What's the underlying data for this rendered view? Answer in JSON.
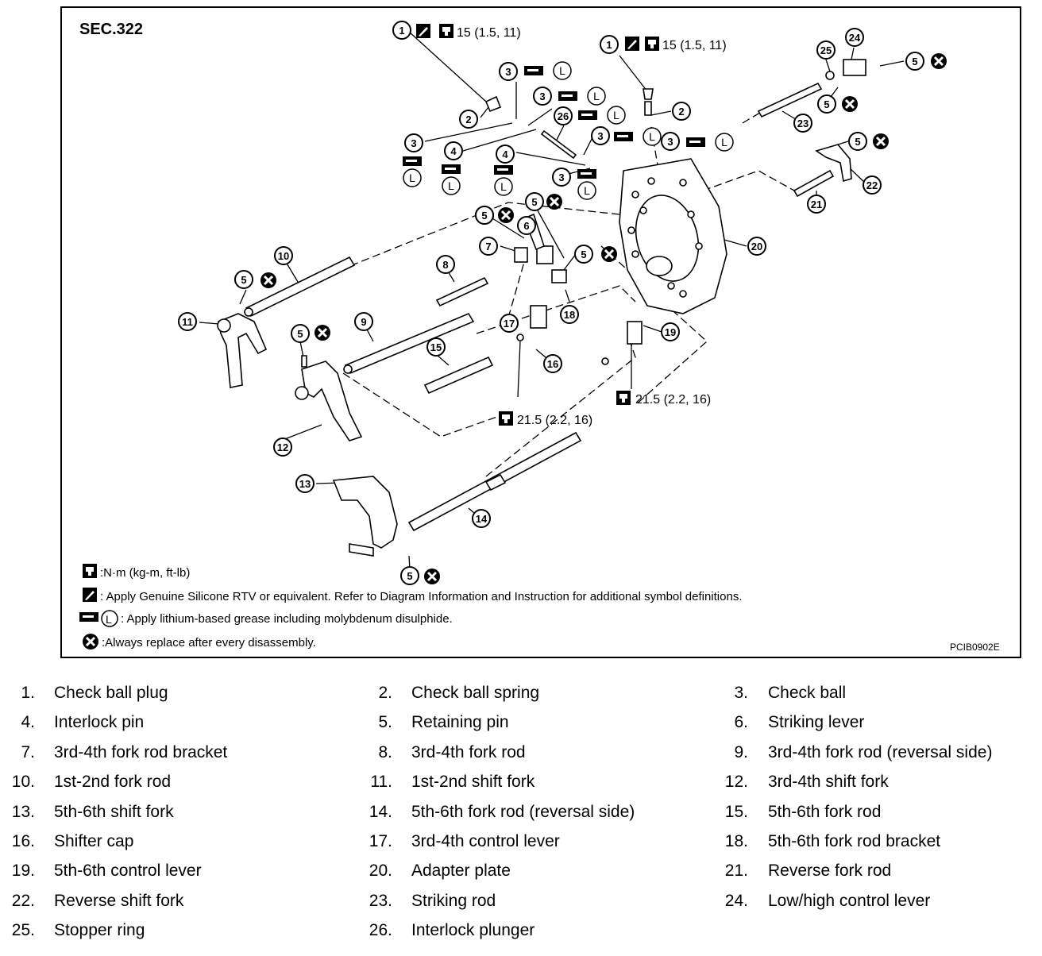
{
  "diagram": {
    "section_label": "SEC.322",
    "figure_code": "PCIB0902E",
    "torque_top_left": "15 (1.5, 11)",
    "torque_top_right": "15 (1.5, 11)",
    "torque_lower_left": "21.5 (2.2, 16)",
    "torque_lower_right": "21.5 (2.2, 16)",
    "grease_letter": "L",
    "callout_numbers": [
      "1",
      "2",
      "3",
      "4",
      "5",
      "6",
      "7",
      "8",
      "9",
      "10",
      "11",
      "12",
      "13",
      "14",
      "15",
      "16",
      "17",
      "18",
      "19",
      "20",
      "21",
      "22",
      "23",
      "24",
      "25",
      "26"
    ],
    "key": {
      "torque": ":N·m (kg-m, ft-lb)",
      "sealant": ": Apply Genuine Silicone RTV or equivalent. Refer to Diagram Information and Instruction for additional symbol definitions.",
      "grease": ": Apply lithium-based grease including molybdenum disulphide.",
      "replace": ":Always replace after every disassembly."
    }
  },
  "parts_legend": [
    {
      "num": "1.",
      "name": "Check ball plug"
    },
    {
      "num": "2.",
      "name": "Check ball spring"
    },
    {
      "num": "3.",
      "name": "Check ball"
    },
    {
      "num": "4.",
      "name": "Interlock pin"
    },
    {
      "num": "5.",
      "name": "Retaining pin"
    },
    {
      "num": "6.",
      "name": "Striking lever"
    },
    {
      "num": "7.",
      "name": "3rd-4th fork rod bracket"
    },
    {
      "num": "8.",
      "name": "3rd-4th fork rod"
    },
    {
      "num": "9.",
      "name": "3rd-4th fork rod (reversal side)"
    },
    {
      "num": "10.",
      "name": "1st-2nd fork rod"
    },
    {
      "num": "11.",
      "name": "1st-2nd shift fork"
    },
    {
      "num": "12.",
      "name": "3rd-4th shift fork"
    },
    {
      "num": "13.",
      "name": "5th-6th shift fork"
    },
    {
      "num": "14.",
      "name": "5th-6th fork rod (reversal side)"
    },
    {
      "num": "15.",
      "name": "5th-6th fork rod"
    },
    {
      "num": "16.",
      "name": "Shifter cap"
    },
    {
      "num": "17.",
      "name": "3rd-4th control lever"
    },
    {
      "num": "18.",
      "name": "5th-6th fork rod bracket"
    },
    {
      "num": "19.",
      "name": "5th-6th control lever"
    },
    {
      "num": "20.",
      "name": "Adapter plate"
    },
    {
      "num": "21.",
      "name": "Reverse fork rod"
    },
    {
      "num": "22.",
      "name": "Reverse shift fork"
    },
    {
      "num": "23.",
      "name": "Striking rod"
    },
    {
      "num": "24.",
      "name": "Low/high control lever"
    },
    {
      "num": "25.",
      "name": "Stopper ring"
    },
    {
      "num": "26.",
      "name": "Interlock plunger"
    }
  ]
}
